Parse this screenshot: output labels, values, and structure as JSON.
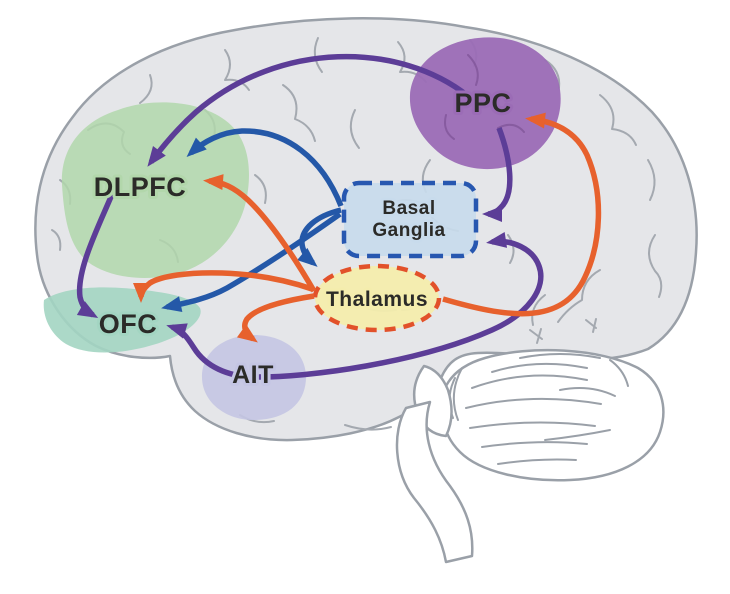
{
  "figure": {
    "type": "brain-connectivity-diagram",
    "view": "lateral-left-facing-brain"
  },
  "palette": {
    "background": "#ffffff",
    "brain_fill": "#e5e6e9",
    "brain_outline": "#9aa0a8",
    "sulci": "#a4a9b0",
    "cerebellum_fill": "#ffffff",
    "label_text": "#2b2b28",
    "purple_arrow": "#5c3d97",
    "blue_arrow": "#2458a8",
    "orange_arrow": "#e7612d",
    "dlpfc_fill": "#b2d7ab",
    "ppc_fill": "#9b6cb6",
    "ppc_sulci": "#7d5296",
    "ofc_fill": "#a3d5c2",
    "ait_fill": "#c4c5e3",
    "basal_ganglia_fill": "#c8dbec",
    "basal_ganglia_border": "#2757b0",
    "thalamus_fill": "#f4edad",
    "thalamus_border": "#e2512a"
  },
  "regions": {
    "dlpfc": {
      "label": "DLPFC"
    },
    "ppc": {
      "label": "PPC"
    },
    "ofc": {
      "label": "OFC"
    },
    "ait": {
      "label": "AIT"
    },
    "basal_ganglia": {
      "label_line1": "Basal",
      "label_line2": "Ganglia"
    },
    "thalamus": {
      "label": "Thalamus"
    }
  },
  "connections": [
    {
      "from": "PPC",
      "to": "DLPFC",
      "color": "purple"
    },
    {
      "from": "PPC",
      "to": "Basal Ganglia",
      "color": "purple"
    },
    {
      "from": "AIT",
      "to": "OFC",
      "color": "purple"
    },
    {
      "from": "AIT",
      "to": "Basal Ganglia",
      "color": "purple"
    },
    {
      "from": "DLPFC",
      "to": "OFC",
      "color": "purple"
    },
    {
      "from": "Basal Ganglia",
      "to": "DLPFC",
      "color": "blue"
    },
    {
      "from": "Basal Ganglia",
      "to": "OFC",
      "color": "blue"
    },
    {
      "from": "Basal Ganglia",
      "to": "Thalamus",
      "color": "blue"
    },
    {
      "from": "Thalamus",
      "to": "DLPFC",
      "color": "orange"
    },
    {
      "from": "Thalamus",
      "to": "OFC",
      "color": "orange"
    },
    {
      "from": "Thalamus",
      "to": "AIT",
      "color": "orange"
    },
    {
      "from": "Thalamus",
      "to": "PPC",
      "color": "orange"
    }
  ]
}
